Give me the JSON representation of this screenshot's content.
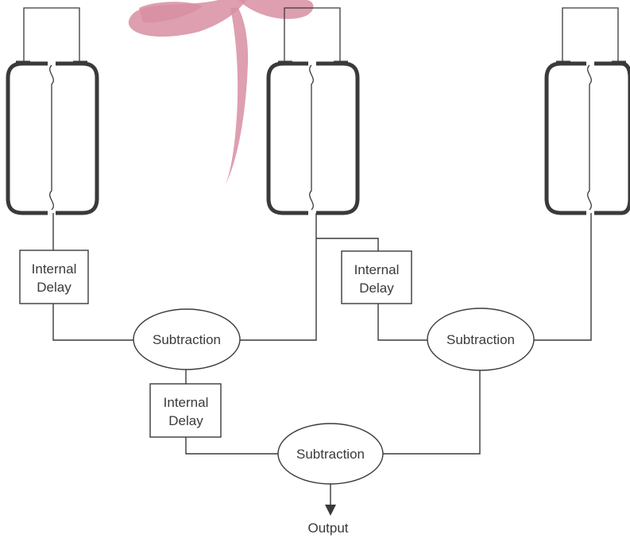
{
  "nodes": {
    "delay_left": [
      "Internal",
      "Delay"
    ],
    "delay_right": [
      "Internal",
      "Delay"
    ],
    "delay_bottom": [
      "Internal",
      "Delay"
    ],
    "subtraction_left": "Subtraction",
    "subtraction_right": "Subtraction",
    "subtraction_bottom": "Subtraction"
  },
  "output_label": "Output",
  "colors": {
    "line": "#3a3a3a",
    "ribbon": "#d88ea2",
    "background": "#ffffff"
  },
  "watermark": "ribbon-bow"
}
